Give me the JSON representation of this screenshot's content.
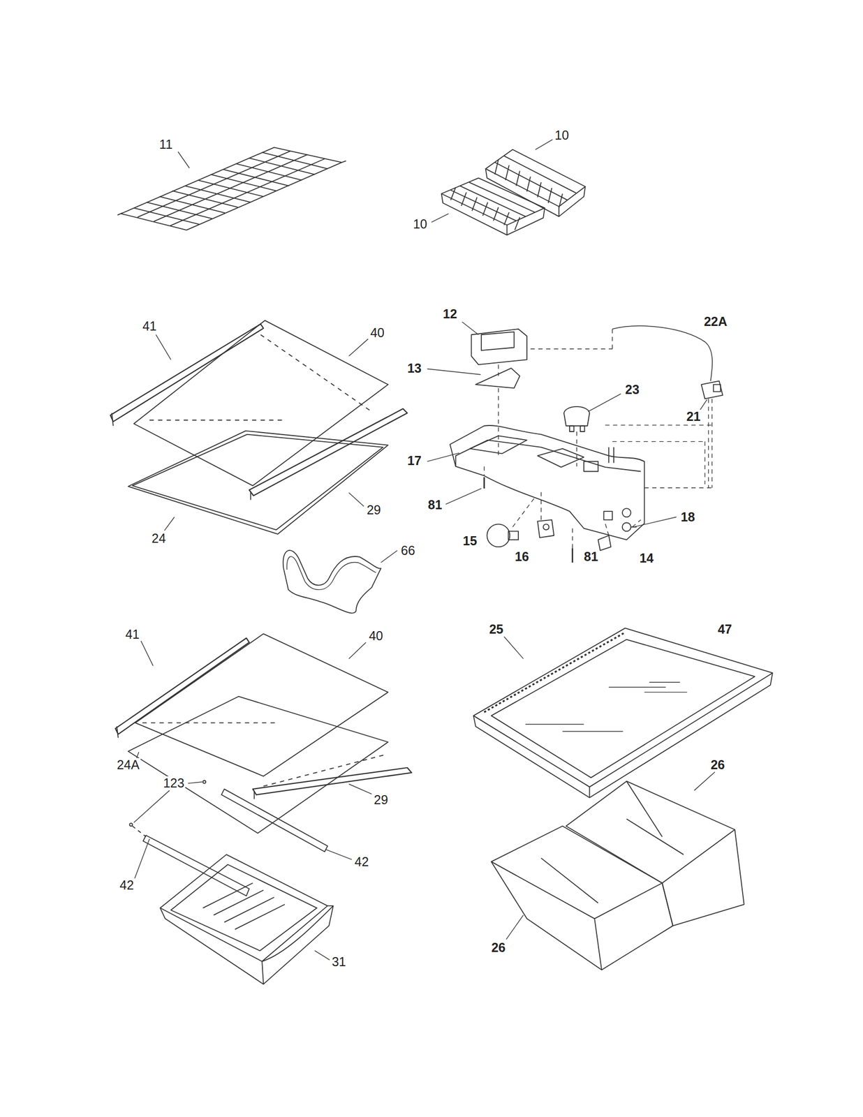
{
  "diagram": {
    "labels": [
      "11",
      "10",
      "10",
      "41",
      "40",
      "12",
      "22A",
      "13",
      "23",
      "21",
      "17",
      "29",
      "81",
      "18",
      "24",
      "15",
      "16",
      "81",
      "14",
      "66",
      "41",
      "40",
      "25",
      "47",
      "24A",
      "26",
      "123",
      "29",
      "42",
      "42",
      "26",
      "31"
    ]
  }
}
